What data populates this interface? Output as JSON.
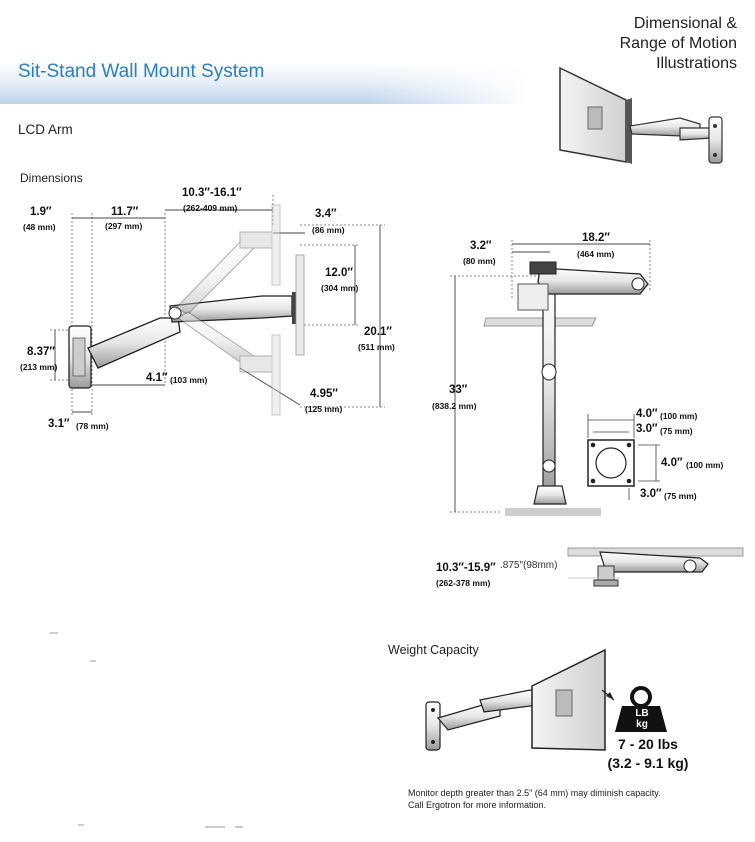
{
  "header": {
    "title": "Sit-Stand Wall Mount System",
    "rom_title_lines": [
      "Dimensional &",
      "Range of Motion",
      "Illustrations"
    ]
  },
  "sections": {
    "lcd_arm": "LCD Arm",
    "dimensions": "Dimensions",
    "weight_capacity": "Weight Capacity"
  },
  "side_view": {
    "d1": {
      "main": "1.9″",
      "metric": "(48 mm)"
    },
    "d2": {
      "main": "11.7″",
      "metric": "(297 mm)"
    },
    "d3": {
      "main": "10.3″-16.1″",
      "metric": "(262-409 mm)"
    },
    "d4": {
      "main": "3.4″",
      "metric": "(86 mm)"
    },
    "d5": {
      "main": "12.0″",
      "metric": "(304 mm)"
    },
    "d6": {
      "main": "20.1″",
      "metric": "(511 mm)"
    },
    "d7": {
      "main": "8.37″",
      "metric": "(213 mm)"
    },
    "d8": {
      "main": "4.1″",
      "metric": "(103 mm)"
    },
    "d9": {
      "main": "4.95″",
      "metric": "(125 mm)"
    },
    "d10": {
      "main": "3.1″",
      "metric": "(78 mm)"
    }
  },
  "pole_view": {
    "d1": {
      "main": "3.2″",
      "metric": "(80 mm)"
    },
    "d2": {
      "main": "18.2″",
      "metric": "(464 mm)"
    },
    "d3": {
      "main": "33″",
      "metric": "(838.2 mm)"
    },
    "vesa": {
      "outer_w": {
        "main": "4.0″",
        "metric": "(100 mm)"
      },
      "inner_w": {
        "main": "3.0″",
        "metric": "(75 mm)"
      },
      "outer_h": {
        "main": "4.0″",
        "metric": "(100 mm)"
      },
      "inner_h": {
        "main": "3.0″",
        "metric": "(75 mm)"
      }
    }
  },
  "top_view": {
    "main": "10.3″-15.9″",
    "metric": "(262-378 mm)",
    "overlap": ".875″(98mm)"
  },
  "weight": {
    "badge_top": "LB",
    "badge_bottom": "kg",
    "value": "7 - 20 lbs",
    "value_metric": "(3.2 - 9.1 kg)",
    "note_lines": [
      "Monitor depth greater than 2.5\" (64 mm) may diminish capacity.",
      "Call Ergotron for more information."
    ]
  }
}
